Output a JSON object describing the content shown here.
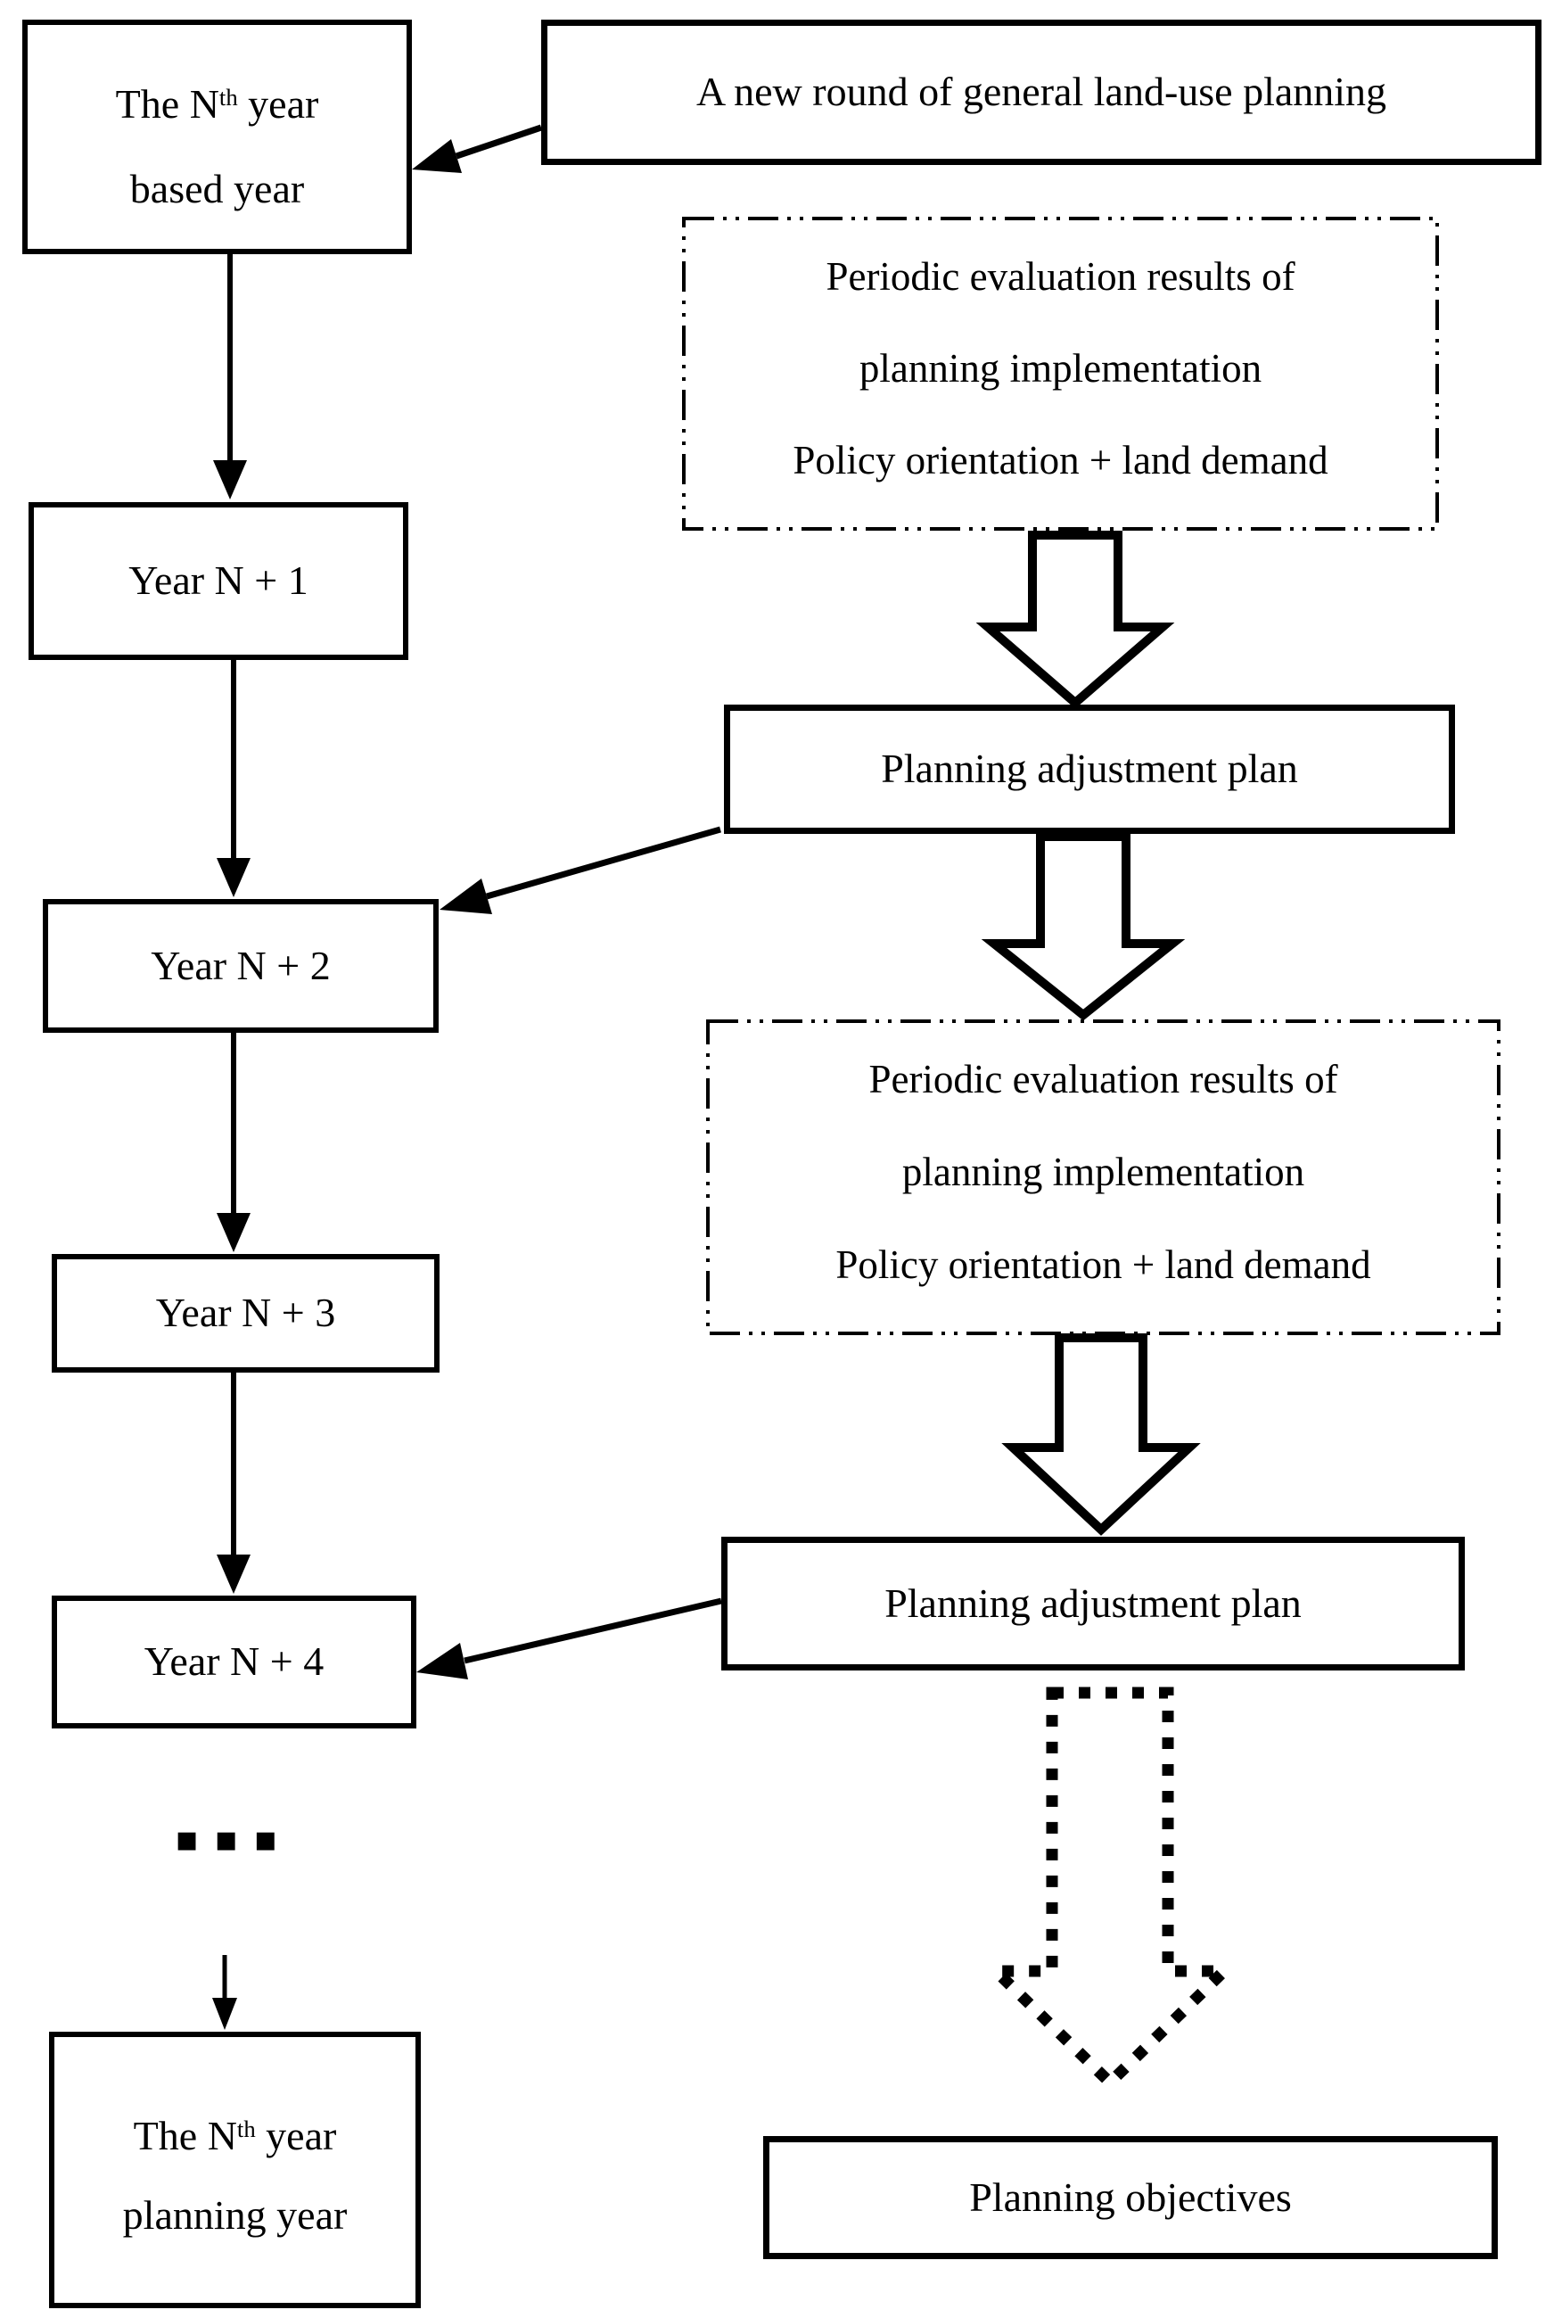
{
  "figure": {
    "background": "#ffffff",
    "ink_color": "#000000",
    "description": "Rolling annual land-use planning adjustment flowchart"
  },
  "nodes": {
    "based_year": {
      "line1_pre": "The N",
      "line1_sup": "th",
      "line1_post": " year",
      "line2": "based year"
    },
    "year_sequence": [
      "Year N + 1",
      "Year N + 2",
      "Year N + 3",
      "Year N + 4"
    ],
    "ellipsis": "▪▪▪",
    "planning_year": {
      "line1_pre": "The N",
      "line1_sup": "th",
      "line1_post": " year",
      "line2": "planning year"
    },
    "new_round": "A new round of general land-use planning",
    "periodic_eval": {
      "line1": "Periodic evaluation results of",
      "line2": "planning implementation",
      "line3": "Policy orientation + land demand"
    },
    "adjustment_plan": "Planning adjustment plan",
    "objectives": "Planning objectives"
  }
}
